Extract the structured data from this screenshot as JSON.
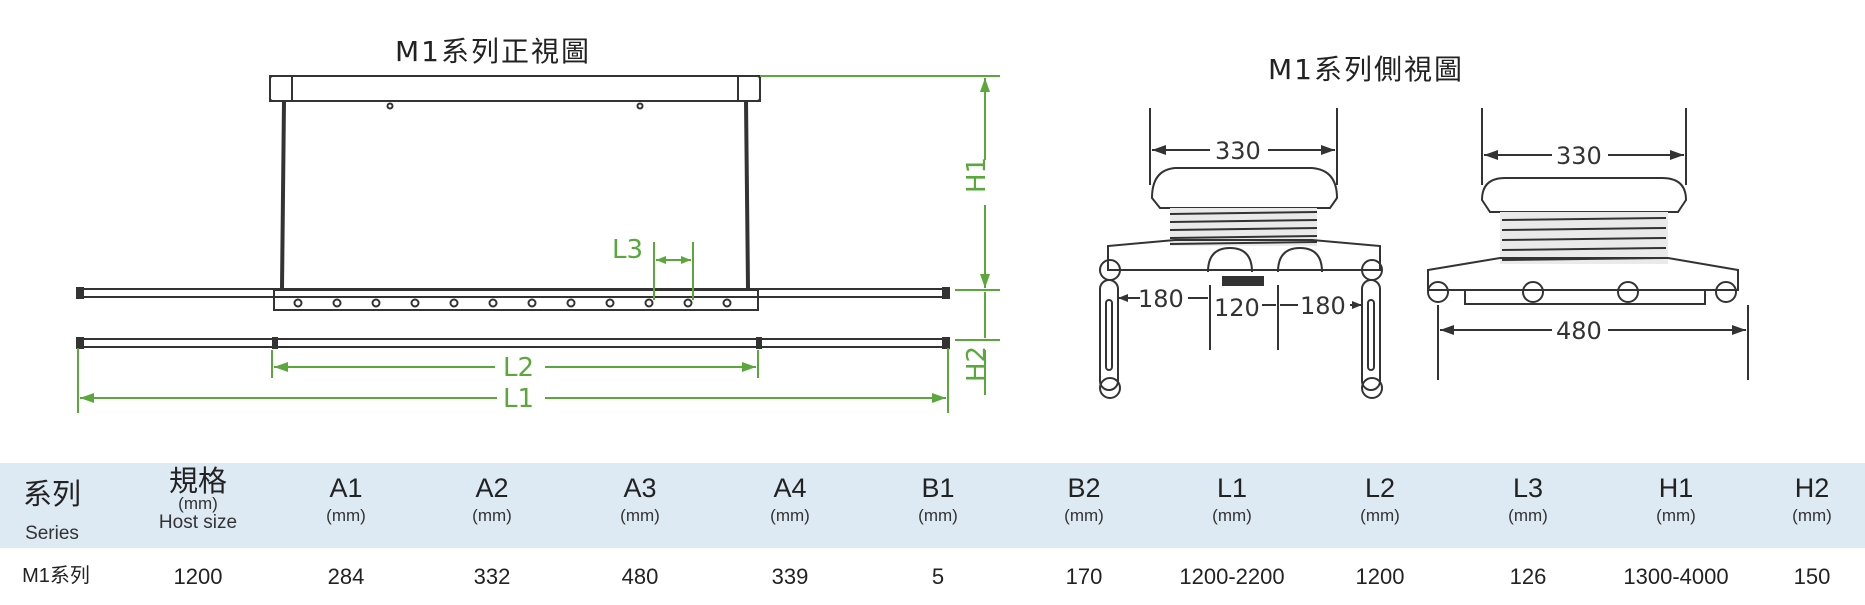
{
  "drawings": {
    "front_title": "M1系列正視圖",
    "side_title": "M1系列側視圖",
    "front_dims": {
      "l1": "L1",
      "l2": "L2",
      "l3": "L3",
      "h1": "H1",
      "h2": "H2"
    },
    "side_left_dims": {
      "width": "330",
      "left": "180",
      "center": "120",
      "right": "180"
    },
    "side_right_dims": {
      "width": "330",
      "base": "480"
    }
  },
  "table": {
    "headers": [
      {
        "main": "系列",
        "sub": "Series"
      },
      {
        "main": "規格",
        "unit": "(mm)",
        "sub": "Host size"
      },
      {
        "main": "A1",
        "unit": "(mm)"
      },
      {
        "main": "A2",
        "unit": "(mm)"
      },
      {
        "main": "A3",
        "unit": "(mm)"
      },
      {
        "main": "A4",
        "unit": "(mm)"
      },
      {
        "main": "B1",
        "unit": "(mm)"
      },
      {
        "main": "B2",
        "unit": "(mm)"
      },
      {
        "main": "L1",
        "unit": "(mm)"
      },
      {
        "main": "L2",
        "unit": "(mm)"
      },
      {
        "main": "L3",
        "unit": "(mm)"
      },
      {
        "main": "H1",
        "unit": "(mm)"
      },
      {
        "main": "H2",
        "unit": "(mm)"
      }
    ],
    "row": [
      "M1系列",
      "1200",
      "284",
      "332",
      "480",
      "339",
      "5",
      "170",
      "1200-2200",
      "1200",
      "126",
      "1300-4000",
      "150"
    ]
  }
}
